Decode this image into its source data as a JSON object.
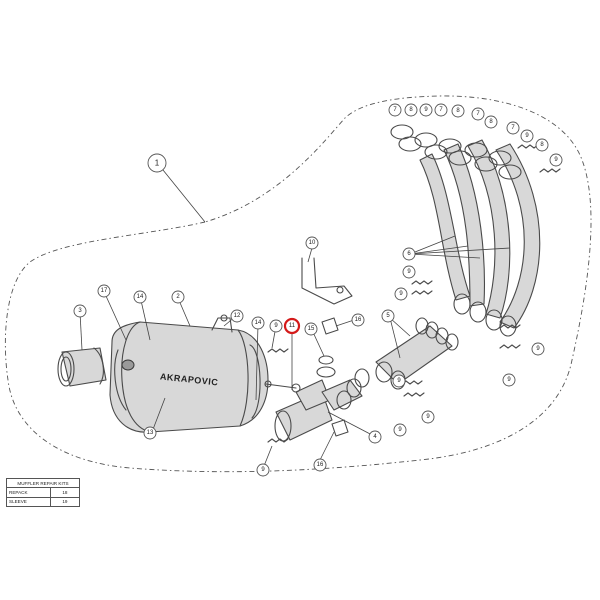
{
  "diagram": {
    "brand_text": "AKRAPOVIC",
    "highlight_color": "#d41a1a",
    "callouts": [
      "1",
      "2",
      "3",
      "4",
      "5",
      "6",
      "7",
      "8",
      "9",
      "10",
      "11",
      "12",
      "13",
      "14",
      "15",
      "16",
      "17"
    ],
    "highlighted_callout": "11"
  },
  "repair_kits": {
    "title": "MUFFLER REPAIR KITS",
    "rows": [
      {
        "label": "REPACK",
        "value": "18"
      },
      {
        "label": "SLEEVE",
        "value": "19"
      }
    ]
  }
}
